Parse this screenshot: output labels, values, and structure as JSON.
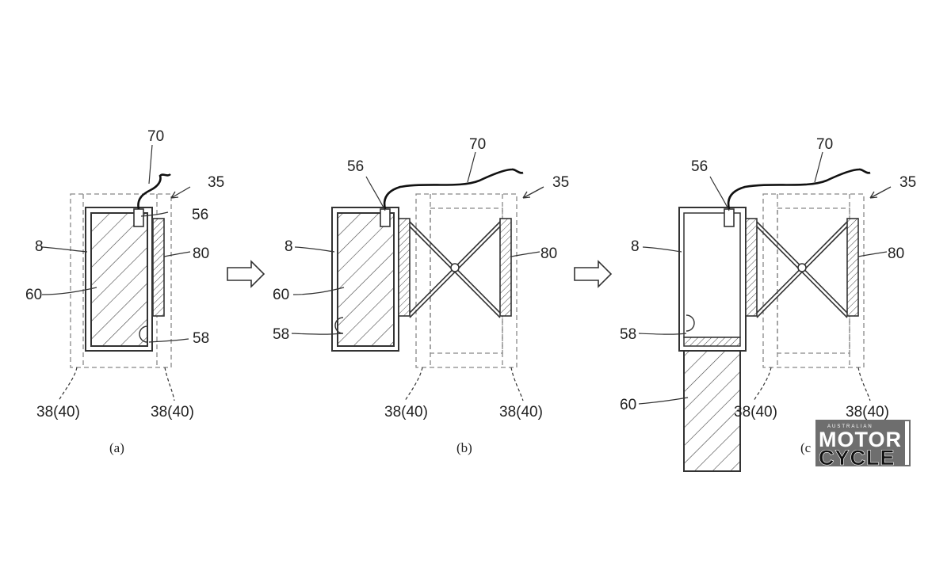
{
  "labels": {
    "n70": "70",
    "n35": "35",
    "n56": "56",
    "n8": "8",
    "n80": "80",
    "n60": "60",
    "n58": "58",
    "n38": "38(40)"
  },
  "captions": {
    "a": "(a)",
    "b": "(b)",
    "c": "(c"
  },
  "logo": {
    "top": "AUSTRALIAN",
    "line1": "MOTOR",
    "line2": "CYCLE"
  },
  "colors": {
    "line": "#333333",
    "dash": "#888888",
    "logo_bg": "#6e6e6e"
  }
}
